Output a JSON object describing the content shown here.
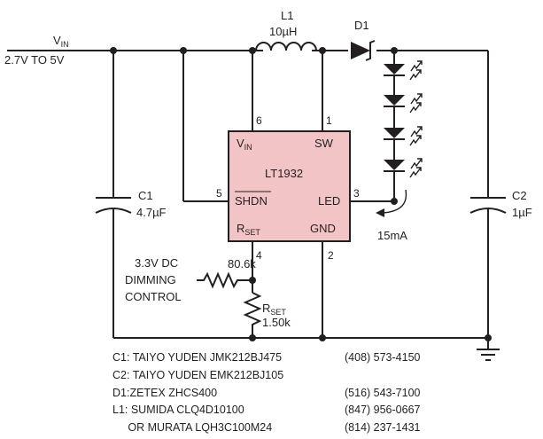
{
  "supply": {
    "label_main": "V",
    "label_sub": "IN",
    "range": "2.7V TO 5V"
  },
  "inductor": {
    "ref": "L1",
    "value": "10µH"
  },
  "diode": {
    "ref": "D1"
  },
  "ic": {
    "part": "LT1932",
    "fill_color": "#f2c4c6",
    "pins": {
      "vin": {
        "number": "6",
        "main": "V",
        "sub": "IN"
      },
      "sw": {
        "number": "1",
        "label": "SW"
      },
      "shdn": {
        "number": "5",
        "label": "SHDN"
      },
      "led": {
        "number": "3",
        "label": "LED"
      },
      "rset": {
        "number": "4",
        "main": "R",
        "sub": "SET"
      },
      "gnd": {
        "number": "2",
        "label": "GND"
      }
    }
  },
  "c1": {
    "ref": "C1",
    "value": "4.7µF"
  },
  "c2": {
    "ref": "C2",
    "value": "1µF"
  },
  "led_current": "15mA",
  "dimming": {
    "line1": "3.3V DC",
    "line2": "DIMMING",
    "line3": "CONTROL",
    "resistor_value": "80.6k"
  },
  "rset_resistor": {
    "main": "R",
    "sub": "SET",
    "value": "1.50k"
  },
  "parts_list": [
    {
      "desc": "C1: TAIYO YUDEN JMK212BJ475",
      "phone": "(408) 573-4150"
    },
    {
      "desc": "C2: TAIYO YUDEN EMK212BJ105",
      "phone": ""
    },
    {
      "desc": "D1:ZETEX ZHCS400",
      "phone": "(516) 543-7100"
    },
    {
      "desc": "L1: SUMIDA CLQ4D10100",
      "phone": "(847) 956-0667"
    },
    {
      "desc": "     OR MURATA LQH3C100M24",
      "phone": "(814) 237-1431"
    }
  ]
}
